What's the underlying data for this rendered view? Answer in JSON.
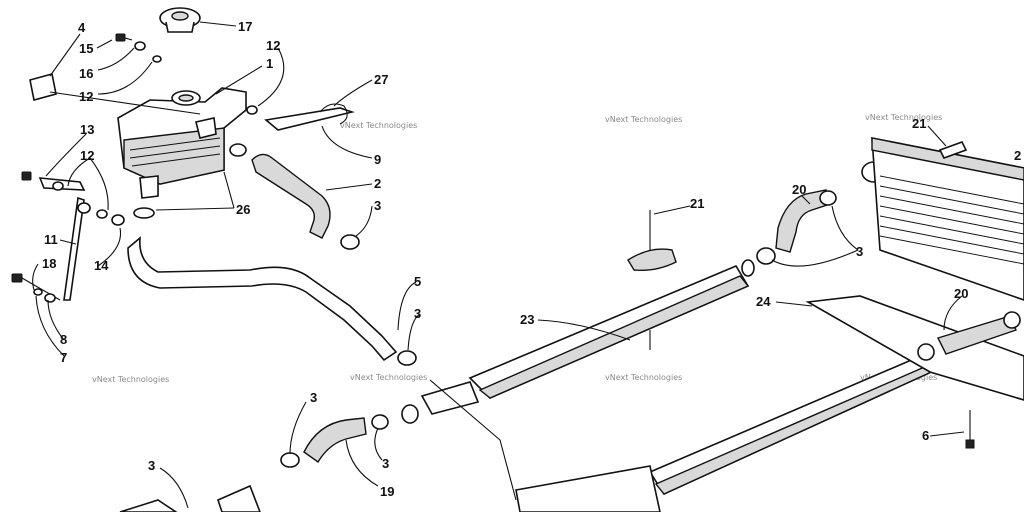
{
  "diagram": {
    "callouts": [
      {
        "id": "c4",
        "text": "4"
      },
      {
        "id": "c15",
        "text": "15"
      },
      {
        "id": "c16",
        "text": "16"
      },
      {
        "id": "c12a",
        "text": "12"
      },
      {
        "id": "c17",
        "text": "17"
      },
      {
        "id": "c12b",
        "text": "12"
      },
      {
        "id": "c1",
        "text": "1"
      },
      {
        "id": "c27",
        "text": "27"
      },
      {
        "id": "c9",
        "text": "9"
      },
      {
        "id": "c13",
        "text": "13"
      },
      {
        "id": "c12c",
        "text": "12"
      },
      {
        "id": "c2",
        "text": "2"
      },
      {
        "id": "c26",
        "text": "26"
      },
      {
        "id": "c3a",
        "text": "3"
      },
      {
        "id": "c11",
        "text": "11"
      },
      {
        "id": "c14",
        "text": "14"
      },
      {
        "id": "c18",
        "text": "18"
      },
      {
        "id": "c5",
        "text": "5"
      },
      {
        "id": "c3b",
        "text": "3"
      },
      {
        "id": "c8",
        "text": "8"
      },
      {
        "id": "c7",
        "text": "7"
      },
      {
        "id": "c23",
        "text": "23"
      },
      {
        "id": "c21a",
        "text": "21"
      },
      {
        "id": "c20a",
        "text": "20"
      },
      {
        "id": "c3c",
        "text": "3"
      },
      {
        "id": "c21b",
        "text": "21"
      },
      {
        "id": "c2b",
        "text": "2"
      },
      {
        "id": "c24",
        "text": "24"
      },
      {
        "id": "c20b",
        "text": "20"
      },
      {
        "id": "c6",
        "text": "6"
      },
      {
        "id": "c3d",
        "text": "3"
      },
      {
        "id": "c3e",
        "text": "3"
      },
      {
        "id": "c19",
        "text": "19"
      },
      {
        "id": "c3f",
        "text": "3"
      }
    ],
    "watermark": "vNext Technologies"
  },
  "colors": {
    "ink": "#111111",
    "paper": "#ffffff",
    "watermark": "#8a8a8a"
  }
}
